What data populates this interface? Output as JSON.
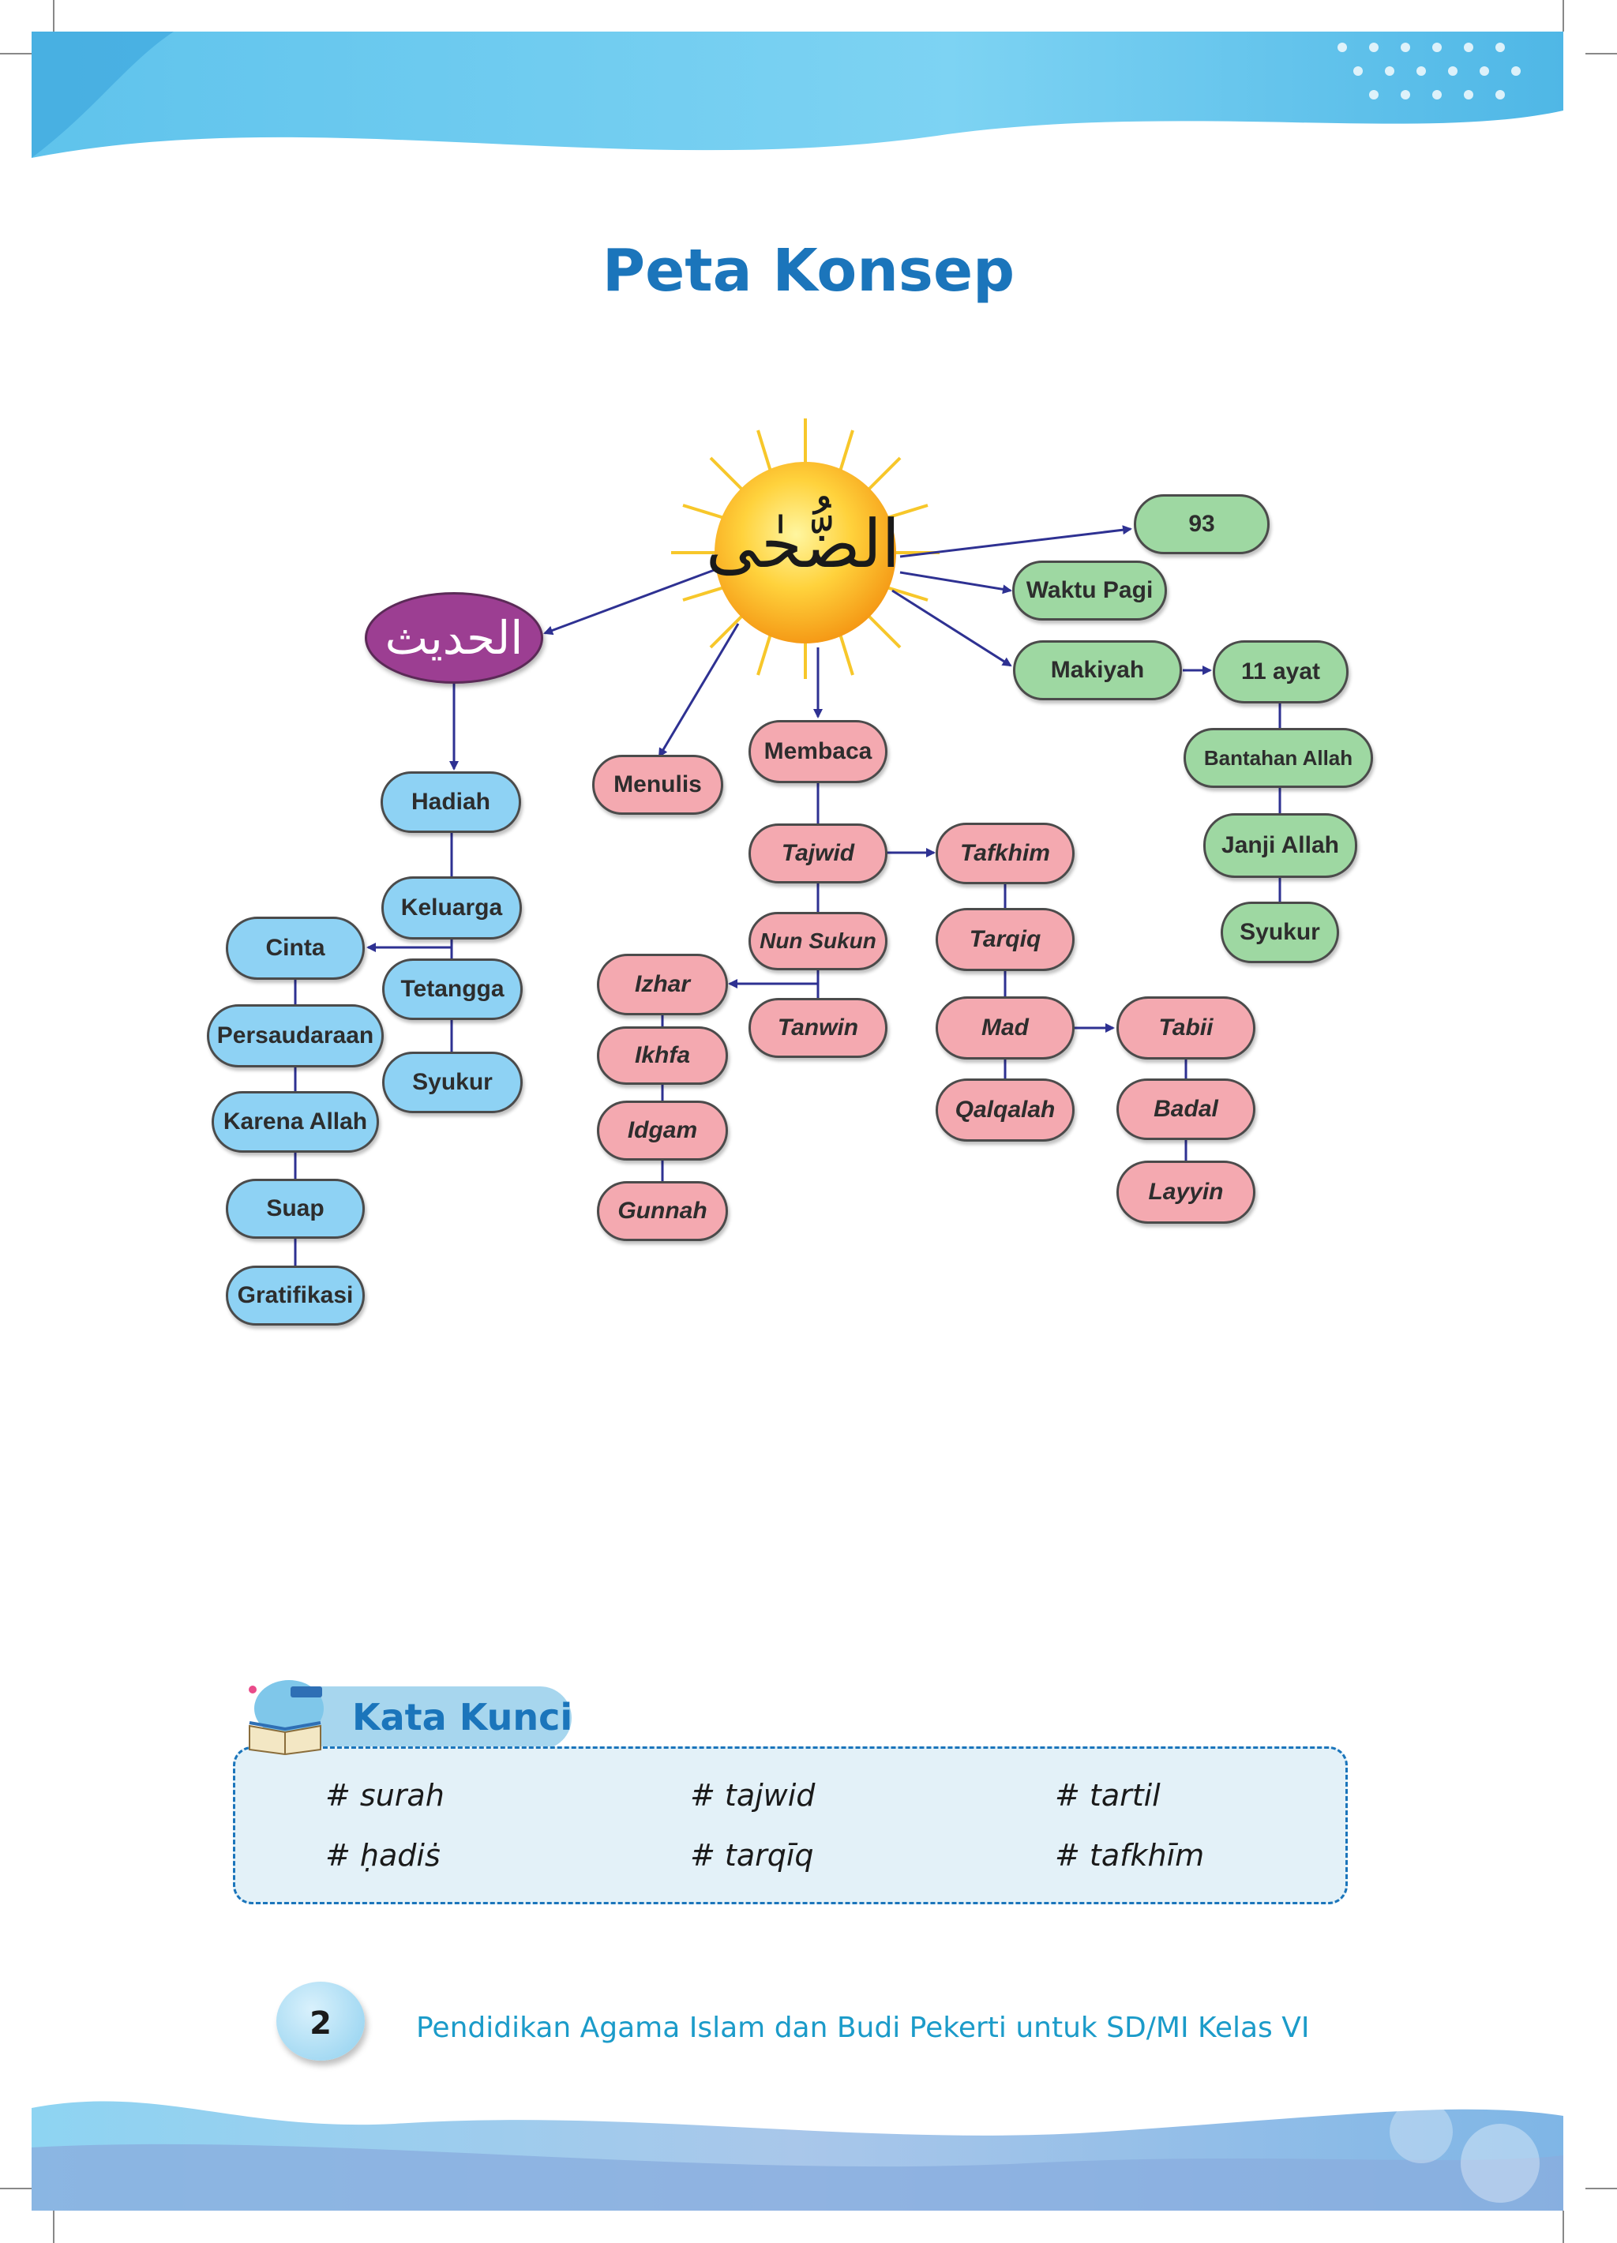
{
  "page": {
    "title": "Peta Konsep",
    "page_number": "2",
    "footer_text": "Pendidikan Agama Islam dan Budi Pekerti untuk SD/MI Kelas VI"
  },
  "diagram": {
    "center_label": "الضُّحٰى",
    "hadis_label": "الحديث",
    "nodes": {
      "n93": "93",
      "waktu_pagi": "Waktu Pagi",
      "makiyah": "Makiyah",
      "ayat": "11 ayat",
      "bantahan": "Bantahan Allah",
      "janji": "Janji Allah",
      "syukur_g": "Syukur",
      "hadiah": "Hadiah",
      "keluarga": "Keluarga",
      "tetangga": "Tetangga",
      "syukur_b": "Syukur",
      "cinta": "Cinta",
      "persaudaraan": "Persaudaraan",
      "karena_allah": "Karena Allah",
      "suap": "Suap",
      "gratifikasi": "Gratifikasi",
      "menulis": "Menulis",
      "membaca": "Membaca",
      "tajwid": "Tajwid",
      "nun_sukun": "Nun Sukun",
      "tanwin": "Tanwin",
      "izhar": "Izhar",
      "ikhfa": "Ikhfa",
      "idgam": "Idgam",
      "gunnah": "Gunnah",
      "tafkhim": "Tafkhim",
      "tarqiq": "Tarqiq",
      "mad": "Mad",
      "qalqalah": "Qalqalah",
      "tabii": "Tabii",
      "badal": "Badal",
      "layyin": "Layyin"
    },
    "colors": {
      "blue": "#8ed2f4",
      "pink": "#f4a9b0",
      "green": "#9ed8a2",
      "hadis": "#9c3e92",
      "arrow": "#2e3192"
    }
  },
  "kata_kunci": {
    "title": "Kata Kunci",
    "keywords": [
      "# surah",
      "# tajwid",
      "# tartil",
      "# ḥadiṡ",
      "# tarqīq",
      "# tafkhīm"
    ]
  }
}
